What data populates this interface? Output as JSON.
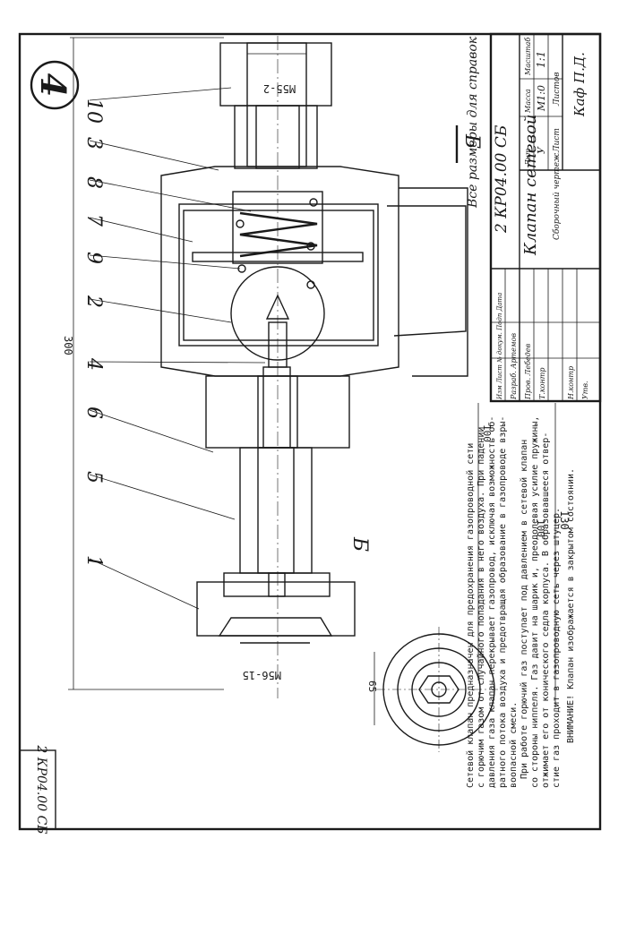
{
  "sheet_number": "4",
  "part_labels": [
    "10",
    "3",
    "8",
    "7",
    "9",
    "2",
    "4",
    "6",
    "5",
    "1"
  ],
  "dimensions": {
    "thread_top": "M55-2",
    "thread_bottom": "M56-15",
    "overall_length": "300",
    "d65": "65",
    "d100": "100",
    "d130": "130",
    "d100b": "100"
  },
  "view_label": "Б",
  "note_sizes": "Все размеры для справок",
  "title_block": {
    "designation": "2 КР04.00 СБ",
    "name": "Клапан сетевой",
    "doc_type": "Сборочный чертеж",
    "lit": "У",
    "mass": "M1:0",
    "scale": "1:1",
    "sheet": "Лист",
    "sheets": "Листов",
    "org": "Каф П.Д.",
    "headers": [
      "Лит",
      "Масса",
      "Масштаб"
    ],
    "rows": [
      "Изм Лист № докум. Подп Дата",
      "Разраб. Артемов",
      "Пров. Лебедев",
      "Т.контр",
      "Н.контр",
      "Утв."
    ]
  },
  "stamp_designation": "2 КР04.00 СБ",
  "description": [
    "Сетевой клапан предназначен для предохранения газопроводной сети",
    "с горючим газом от случайного попадания в него воздуха. При падении",
    "давления газа клапан перекрывает газопровод, исключая возможность об-",
    "ратного потока воздуха и предотвращая образование в газопроводе взры-",
    "воопасной смеси.",
    "При работе горючий газ поступает под давлением в сетевой клапан",
    "со стороны ниппеля. Газ давит на шарик и, преодолевая усилие пружины,",
    "отжимает его от конического седла корпуса. В образовавшееся отвер-",
    "стие газ проходит в газопроводную сеть через штуцер.",
    "ВНИМАНИЕ! Клапан изображается в закрытом состоянии."
  ]
}
